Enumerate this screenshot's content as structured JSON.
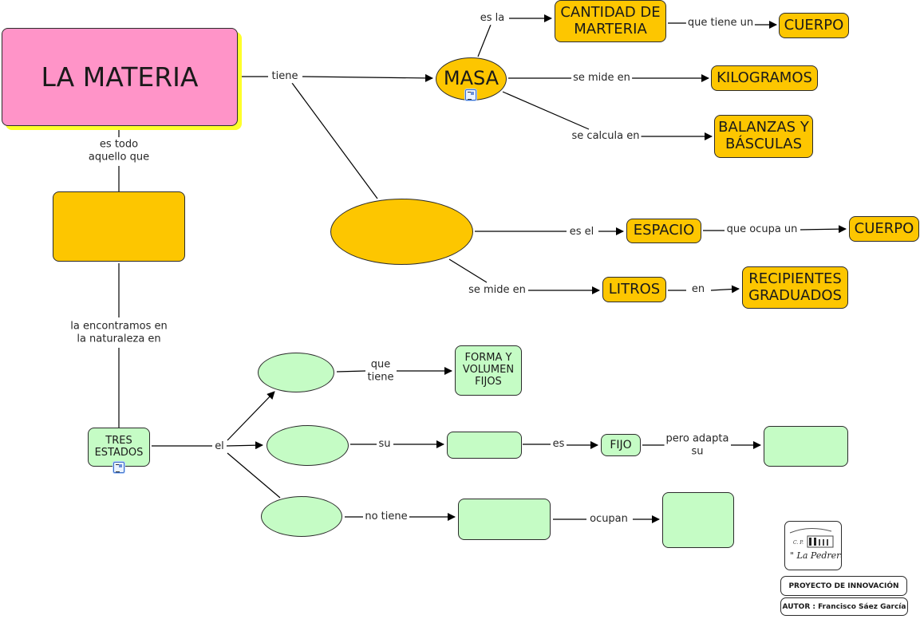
{
  "concept_map": {
    "title": "LA MATERIA",
    "concepts": {
      "materia": "LA MATERIA",
      "blank_definition": "",
      "masa": "MASA",
      "cantidad": "CANTIDAD  DE\nMARTERIA",
      "cuerpo1": "CUERPO",
      "kilogramos": "KILOGRAMOS",
      "balanzas": "BALANZAS Y\nBÁSCULAS",
      "blank_volumen": "",
      "espacio": "ESPACIO",
      "cuerpo2": "CUERPO",
      "litros": "LITROS",
      "recipientes": "RECIPIENTES\nGRADUADOS",
      "tres_estados": "TRES\nESTADOS",
      "blank_state1": "",
      "forma_volumen": "FORMA Y\nVOLUMEN\nFIJOS",
      "blank_state2": "",
      "blank_property2": "",
      "fijo": "FIJO",
      "blank_adapt": "",
      "blank_state3": "",
      "blank_property3": "",
      "blank_occupy": ""
    },
    "linking_phrases": {
      "tiene": "tiene",
      "es_todo": "es todo\naquello que",
      "es_la": "es la",
      "que_tiene_un": "que tiene un",
      "se_mide_en_masa": "se mide en",
      "se_calcula_en": "se calcula en",
      "es_el": "es el",
      "que_ocupa_un": "que ocupa un",
      "se_mide_en_vol": "se mide en",
      "en": "en",
      "la_encontramos": "la encontramos en\nla naturaleza en",
      "el": "el",
      "que_tiene": "que\ntiene",
      "su": "su",
      "es": "es",
      "pero_adapta": "pero adapta\nsu",
      "no_tiene": "no tiene",
      "ocupan": "ocupan"
    },
    "resource_icons": [
      "document-icon (MASA)",
      "document-icon (TRES ESTADOS)"
    ],
    "colors": {
      "root": "#ff94c8",
      "root_shadow": "#ffff2a",
      "orange_concept": "#fdc600",
      "green_concept": "#c5fcc5"
    }
  },
  "footer": {
    "logo_text": "C.P. \"La Pedrera\"",
    "project_label": "PROYECTO DE INNOVACIÓN",
    "author_label": "AUTOR : Francisco Sáez García"
  }
}
